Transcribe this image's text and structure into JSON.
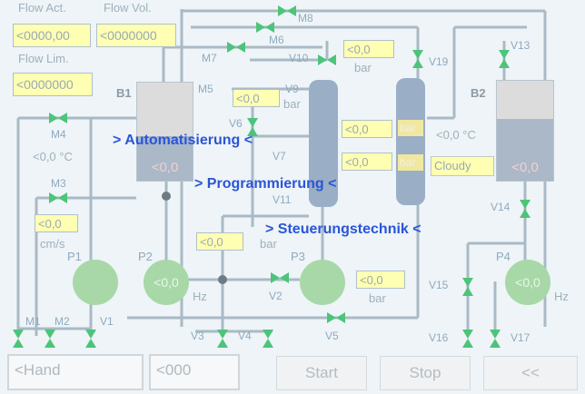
{
  "flow": {
    "act_label": "Flow Act.",
    "vol_label": "Flow Vol.",
    "lim_label": "Flow Lim.",
    "act_value": "<0000,00",
    "vol_value": "<0000000",
    "lim_value": "<0000000"
  },
  "tanks": {
    "b1_label": "B1",
    "b1_value": "<0,0",
    "b1_level": 0.45,
    "b2_label": "B2",
    "b2_value": "<0,0",
    "b2_level": 0.62,
    "b2_status": "Cloudy",
    "b2_temp": "<0,0 °C"
  },
  "temps": {
    "b1_temp": "<0,0 °C"
  },
  "displays": {
    "m3_value": "<0,0",
    "m3_unit": "cm/s",
    "v9_value": "<0,0",
    "v9_unit": "bar",
    "v10_value": "<0,0",
    "v10_unit": "bar",
    "mid1_value": "<0,0",
    "mid2_value": "<0,0",
    "p2_line_value": "<0,0",
    "p2_line_unit": "bar",
    "p3_value": "<0,0",
    "p3_unit": "bar",
    "col2_top": "bar",
    "col2_bottom": "bar"
  },
  "pumps": {
    "p1_label": "P1",
    "p2_label": "P2",
    "p2_value": "<0,0",
    "p2_unit": "Hz",
    "p3_label": "P3",
    "p4_label": "P4",
    "p4_value": "<0,0",
    "p4_unit": "Hz"
  },
  "valves": {
    "m1": "M1",
    "m2": "M2",
    "m3": "M3",
    "m4": "M4",
    "m5": "M5",
    "m6": "M6",
    "m7": "M7",
    "m8": "M8",
    "v1": "V1",
    "v2": "V2",
    "v3": "V3",
    "v4": "V4",
    "v5": "V5",
    "v6": "V6",
    "v7": "V7",
    "v9": "V9",
    "v10": "V10",
    "v11": "V11",
    "v13": "V13",
    "v14": "V14",
    "v15": "V15",
    "v16": "V16",
    "v17": "V17",
    "v19": "V19"
  },
  "overlay": {
    "line1": "> Automatisierung <",
    "line2": "> Programmierung <",
    "line3": "> Steuerungstechnik <"
  },
  "controls": {
    "hand_input": "<Hand",
    "counter_input": "<000",
    "start_label": "Start",
    "stop_label": "Stop",
    "back_label": "<<"
  },
  "colors": {
    "pipe": "#a9bac6",
    "valve": "#4cc47a",
    "overlay_text": "#2a55d8",
    "pump": "#a8d8a8",
    "display_bg": "#ffffb3"
  }
}
